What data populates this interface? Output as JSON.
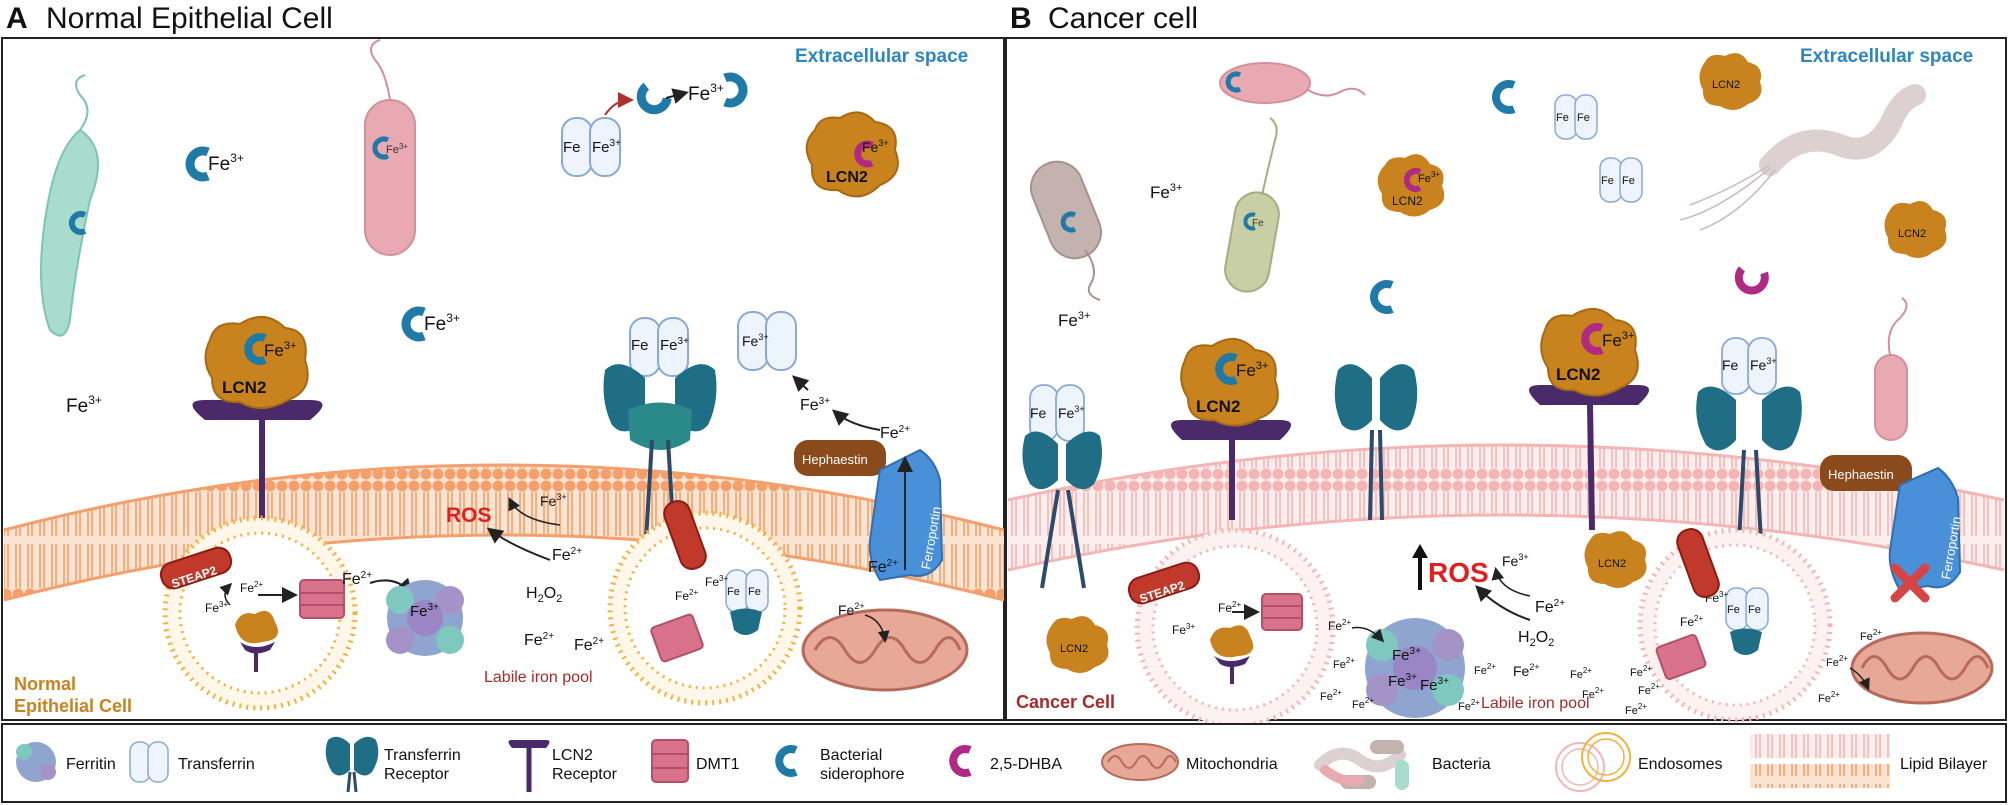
{
  "panel_a": {
    "letter": "A",
    "title": "Normal Epithelial Cell",
    "extracellular": "Extracellular space",
    "cell_label_1": "Normal",
    "cell_label_2": "Epithelial Cell"
  },
  "panel_b": {
    "letter": "B",
    "title": "Cancer cell",
    "extracellular": "Extracellular space",
    "cell_label": "Cancer Cell"
  },
  "labels": {
    "fe3": "Fe",
    "fe3_sup": "3+",
    "fe2_sup": "2+",
    "lcn2": "LCN2",
    "steap2": "STEAP2",
    "hephaestin": "Hephaestin",
    "ferroportin": "Ferroportin",
    "ros": "ROS",
    "h2o2_main": "H",
    "h2o2_sub": "2",
    "h2o2_o": "O",
    "labile": "Labile iron pool"
  },
  "legend": {
    "ferritin": "Ferritin",
    "transferrin": "Transferrin",
    "tfr_1": "Transferrin",
    "tfr_2": "Receptor",
    "lcn2r_1": "LCN2",
    "lcn2r_2": "Receptor",
    "dmt1": "DMT1",
    "sid_1": "Bacterial",
    "sid_2": "siderophore",
    "dhba": "2,5-DHBA",
    "mito": "Mitochondria",
    "bacteria": "Bacteria",
    "endosomes": "Endosomes",
    "bilayer": "Lipid Bilayer"
  },
  "colors": {
    "bilayer_normal": "#f4a06c",
    "bilayer_cancer": "#f7b8b8",
    "lcn2": "#c8821e",
    "receptor": "#4a2a68",
    "siderophore": "#1f7aa8",
    "dhba": "#b02a84",
    "tfr": "#2f7f8c",
    "ferroportin": "#4a90d9",
    "hephaestin": "#8b4a1c",
    "steap2": "#c0392b",
    "dmt1": "#d9738c",
    "ros": "#e02020",
    "accent_blue": "#2e86c1",
    "cell_label_normal": "#c8821e",
    "cell_label_cancer": "#a52a2a"
  }
}
